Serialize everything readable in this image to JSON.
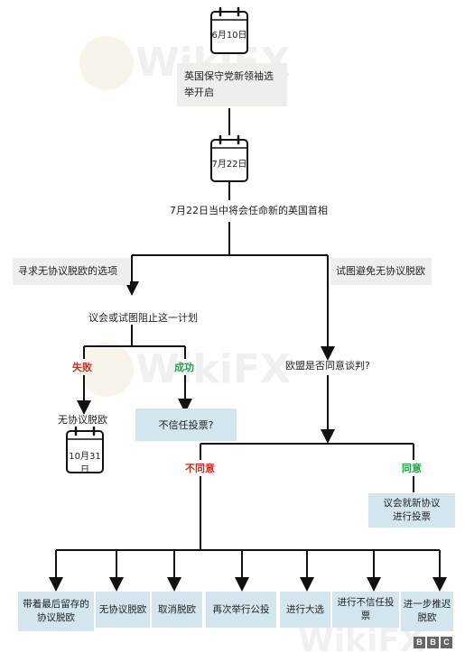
{
  "dates": {
    "june10": "6月10日",
    "july22": "7月22日",
    "oct31": "10月31日"
  },
  "texts": {
    "leadership_race": "英国保守党新领袖选举开启",
    "new_pm": "7月22日当中将会任命新的英国首相",
    "seek_no_deal": "寻求无协议脱欧的选项",
    "avoid_no_deal": "试图避免无协议脱欧",
    "parliament_block": "议会或试图阻止这一计划",
    "fail": "失败",
    "success": "成功",
    "no_deal_exit": "无协议脱欧",
    "no_confidence_q": "不信任投票?",
    "eu_renegotiate": "欧盟是否同意谈判?",
    "disagree": "不同意",
    "agree": "同意",
    "parliament_vote_new": "议会就新协议进行投票"
  },
  "outcomes": [
    "带着最后留存的协议脱欧",
    "无协议脱欧",
    "取消脱欧",
    "再次举行公投",
    "进行大选",
    "进行不信任投票",
    "进一步推迟脱欧"
  ],
  "watermark": "WikiFX",
  "logo": [
    "B",
    "B",
    "C"
  ],
  "colors": {
    "red": "#d02a20",
    "green": "#23a049",
    "blue_box": "#d3e6ef",
    "grey_box": "#eeeeea"
  }
}
